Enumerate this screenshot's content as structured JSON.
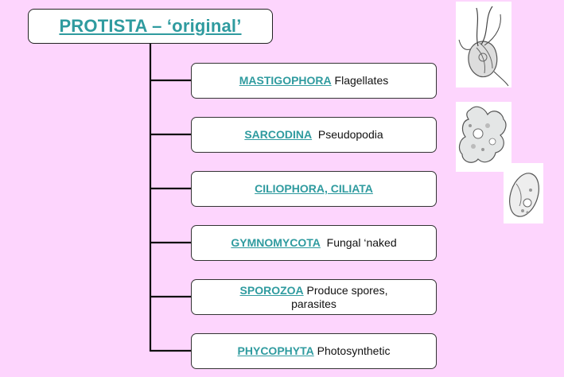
{
  "root": {
    "title": "PROTISTA – ‘original’"
  },
  "nodes": [
    {
      "name": "MASTIGOPHORA",
      "sep": " ",
      "desc": "Flagellates"
    },
    {
      "name": "SARCODINA",
      "sep": "  ",
      "desc": "Pseudopodia"
    },
    {
      "name": "CILIOPHORA, CILIATA",
      "sep": "",
      "desc": ""
    },
    {
      "name": "GYMNOMYCOTA",
      "sep": "  ",
      "desc": "Fungal ‘naked"
    },
    {
      "name": "SPOROZOA",
      "sep": " ",
      "desc": "Produce spores, parasites"
    },
    {
      "name": "PHYCOPHYTA",
      "sep": " ",
      "desc": "Photosynthetic"
    }
  ],
  "colors": {
    "background": "#fdd5fd",
    "accent": "#2f9b9f",
    "line": "#111111"
  },
  "illustrations": [
    "flagellate-sketch",
    "amoeba-sketch",
    "ciliate-sketch"
  ]
}
